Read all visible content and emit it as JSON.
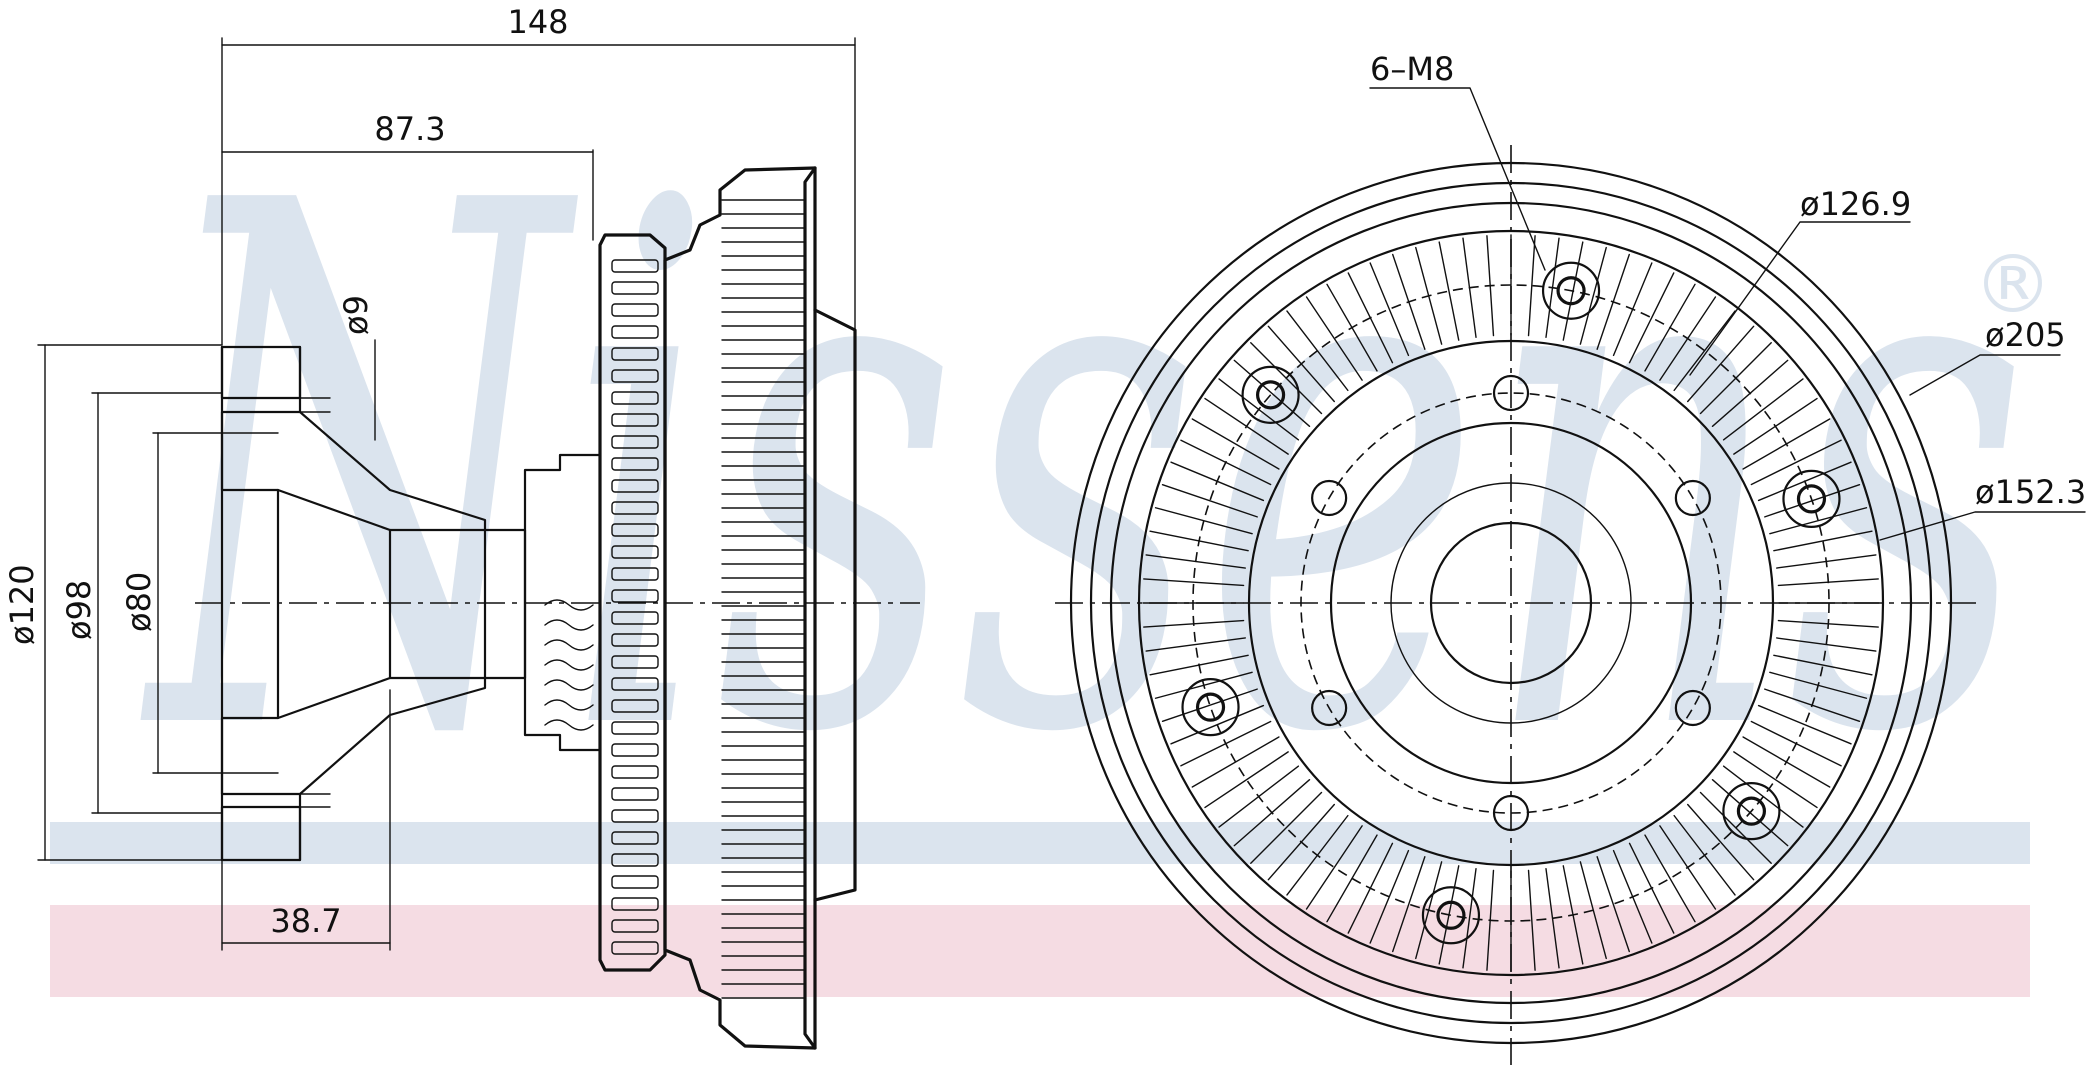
{
  "watermark": {
    "brand": "Nissens",
    "mark": "®",
    "colors": {
      "blue": "#dbe4ee",
      "pink": "#f5dce3"
    }
  },
  "dimensions": {
    "overall_length": "148",
    "flange_to_mount": "87.3",
    "bolt_hole": "ø9",
    "flange_dia": "ø120",
    "pilot_dia": "ø98",
    "bore_dia": "ø80",
    "hub_depth": "38.7",
    "thread": "6–M8",
    "bolt_circle": "ø126.9",
    "outer_dia": "ø205",
    "body_dia": "ø152.3"
  },
  "colors": {
    "line": "#111111",
    "background": "#ffffff"
  }
}
